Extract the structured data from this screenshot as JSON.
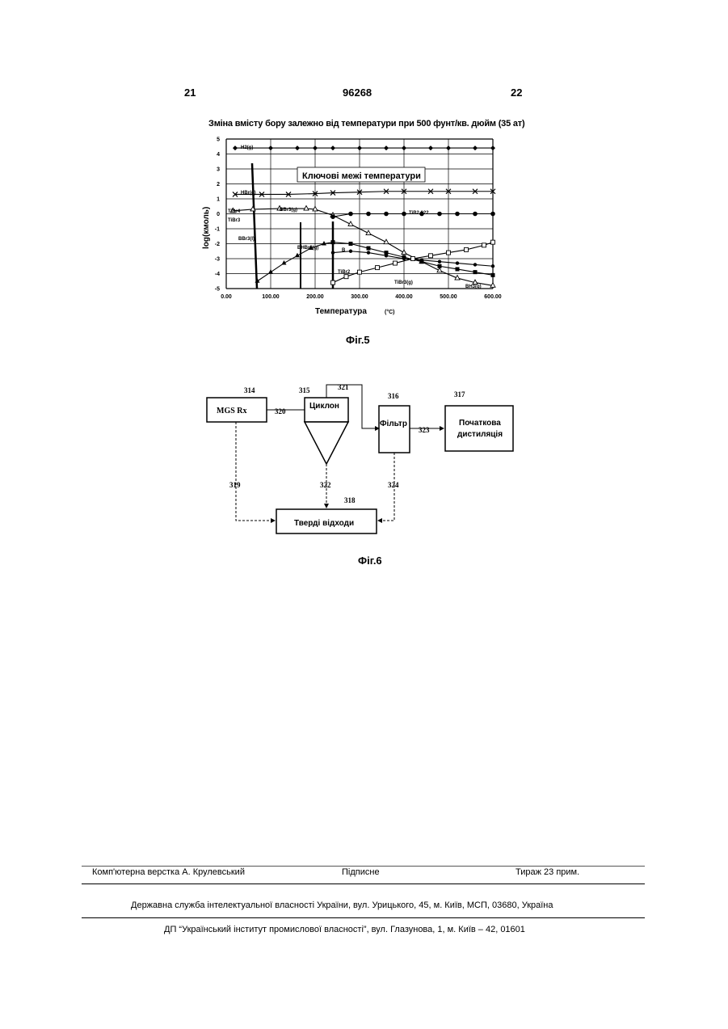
{
  "header": {
    "page_left": "21",
    "doc_number": "96268",
    "page_right": "22"
  },
  "fig5": {
    "caption": "Фіг.5",
    "chart_data": {
      "type": "line",
      "title": "Зміна вмісту бору залежно від температури при 500 фунт/кв. дюйм (35 ат)",
      "xlabel": "Температура",
      "xunit": "(°С)",
      "ylabel": "log(кмоль)",
      "xlim": [
        0,
        600
      ],
      "ylim": [
        -5,
        5
      ],
      "grid": true,
      "xticks": [
        "0.00",
        "100.00",
        "200.00",
        "300.00",
        "400.00",
        "500.00",
        "600.00"
      ],
      "yticks": [
        "5",
        "4",
        "3",
        "2",
        "1",
        "0",
        "-1",
        "-2",
        "-3",
        "-4",
        "-5"
      ],
      "annotation": "Ключові межі температури",
      "labels": {
        "h2": "H2(g)",
        "hbr": "HBr(g)",
        "tibr4": "TiBr4",
        "tibr3": "TiBr3",
        "bbr3g": "BBr3(g)",
        "bbr3l": "BBr3(l)",
        "bhbr2": "BHBr2(g)",
        "tib2": "TiB2.022",
        "b": "B",
        "tibr2": "TiBr2",
        "tibr3g": "TiBr3(g)",
        "bh3": "BH3(g)"
      },
      "series": [
        {
          "name": "H2(g)",
          "marker": "diamond",
          "x": [
            20,
            100,
            160,
            200,
            240,
            300,
            360,
            400,
            460,
            500,
            560,
            600
          ],
          "y": [
            4.4,
            4.4,
            4.4,
            4.4,
            4.4,
            4.4,
            4.4,
            4.4,
            4.4,
            4.4,
            4.4,
            4.4
          ]
        },
        {
          "name": "HBr(g)",
          "marker": "x",
          "x": [
            20,
            80,
            140,
            200,
            240,
            300,
            360,
            400,
            460,
            500,
            560,
            600
          ],
          "y": [
            1.3,
            1.3,
            1.3,
            1.35,
            1.4,
            1.45,
            1.5,
            1.5,
            1.5,
            1.5,
            1.5,
            1.5
          ]
        },
        {
          "name": "BBr3(g)",
          "marker": "triangle",
          "x": [
            15,
            60,
            120,
            180,
            200,
            240,
            280,
            320,
            360,
            400,
            440,
            480,
            520,
            560,
            600
          ],
          "y": [
            0.2,
            0.3,
            0.35,
            0.35,
            0.3,
            -0.1,
            -0.7,
            -1.3,
            -1.9,
            -2.6,
            -3.2,
            -3.8,
            -4.3,
            -4.6,
            -4.8
          ]
        },
        {
          "name": "TiB2.022",
          "marker": "circle",
          "x": [
            240,
            280,
            320,
            360,
            400,
            440,
            480,
            520,
            560,
            600
          ],
          "y": [
            -0.2,
            0,
            0,
            0,
            0,
            0,
            0,
            0,
            0,
            0
          ]
        },
        {
          "name": "BHBr2(g)",
          "marker": "triangle-filled",
          "x": [
            70,
            100,
            130,
            160,
            190,
            220,
            240
          ],
          "y": [
            -4.5,
            -3.9,
            -3.3,
            -2.8,
            -2.3,
            -2,
            -1.9
          ]
        },
        {
          "name": "TiBr2",
          "marker": "square",
          "x": [
            240,
            270,
            300,
            340,
            380,
            420,
            460,
            500,
            540,
            580,
            600
          ],
          "y": [
            -4.6,
            -4.2,
            -3.9,
            -3.6,
            -3.3,
            -3,
            -2.8,
            -2.6,
            -2.4,
            -2.1,
            -1.9
          ]
        },
        {
          "name": "B",
          "marker": "circle-filled",
          "x": [
            240,
            280,
            320,
            360,
            400,
            440,
            480,
            520,
            560,
            600
          ],
          "y": [
            -2.6,
            -2.5,
            -2.6,
            -2.8,
            -3,
            -3.1,
            -3.2,
            -3.3,
            -3.4,
            -3.5
          ]
        },
        {
          "name": "TiBr3(g)",
          "marker": "square-filled",
          "x": [
            240,
            280,
            320,
            360,
            400,
            440,
            480,
            520,
            560,
            600
          ],
          "y": [
            -1.9,
            -2,
            -2.3,
            -2.6,
            -2.9,
            -3.2,
            -3.5,
            -3.7,
            -3.9,
            -4.1
          ]
        }
      ]
    }
  },
  "fig6": {
    "caption": "Фіг.6",
    "boxes": {
      "mgs": {
        "label": "MGS Rx",
        "num": "314"
      },
      "cyclone": {
        "label": "Циклон",
        "num": "315"
      },
      "filter": {
        "label": "Фільтр",
        "num": "316"
      },
      "distill": {
        "label_line1": "Початкова",
        "label_line2": "дистиляція",
        "num": "317"
      },
      "waste": {
        "label": "Тверді відходи",
        "num": "318"
      }
    },
    "lines": {
      "l319": "319",
      "l320": "320",
      "l321": "321",
      "l322": "322",
      "l323": "323",
      "l324": "324"
    }
  },
  "footer": {
    "layout": "Комп'ютерна верстка А. Крулевський",
    "signed": "Підписне",
    "circulation": "Тираж 23 прим.",
    "office": "Державна служба інтелектуальної власності України, вул. Урицького, 45, м. Київ, МСП, 03680, Україна",
    "institute": "ДП “Український інститут промислової власності”, вул. Глазунова, 1, м. Київ – 42, 01601"
  }
}
